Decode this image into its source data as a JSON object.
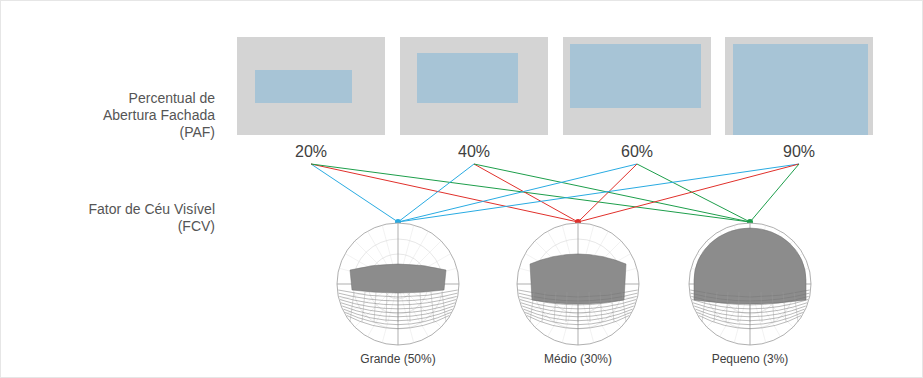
{
  "diagram": {
    "nodes": [
      {
        "text": [
          "20%"
        ]
      },
      {
        "text": [
          "40%"
        ]
      },
      {
        "text": [
          "60%"
        ]
      },
      {
        "text": [
          "90%"
        ]
      },
      {
        "text": [
          "Grande (50%)"
        ]
      },
      {
        "text": [
          "Médio (30%)"
        ]
      },
      {
        "text": [
          "Pequeno (3%)"
        ]
      }
    ],
    "edges": [
      {
        "from": 0,
        "to": 4,
        "arrow": "none"
      },
      {
        "from": 0,
        "to": 5,
        "arrow": "none"
      },
      {
        "from": 0,
        "to": 6,
        "arrow": "none"
      },
      {
        "from": 1,
        "to": 4,
        "arrow": "none"
      },
      {
        "from": 1,
        "to": 5,
        "arrow": "none"
      },
      {
        "from": 1,
        "to": 6,
        "arrow": "none"
      },
      {
        "from": 2,
        "to": 4,
        "arrow": "none"
      },
      {
        "from": 2,
        "to": 5,
        "arrow": "none"
      },
      {
        "from": 2,
        "to": 6,
        "arrow": "none"
      },
      {
        "from": 3,
        "to": 4,
        "arrow": "none"
      },
      {
        "from": 3,
        "to": 5,
        "arrow": "none"
      },
      {
        "from": 3,
        "to": 6,
        "arrow": "none"
      }
    ],
    "labels": [
      "Percentual de Abertura Fachada (PAF)",
      "Fator de Céu Visível (FCV)"
    ]
  }
}
